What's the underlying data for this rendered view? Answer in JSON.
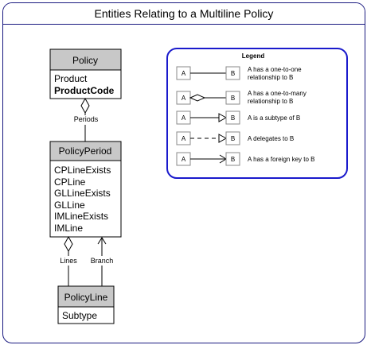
{
  "title": "Entities Relating to a Multiline Policy",
  "entities": {
    "policy": {
      "name": "Policy",
      "attributes": [
        "Product",
        "ProductCode"
      ]
    },
    "policy_period": {
      "name": "PolicyPeriod",
      "attributes": [
        "CPLineExists",
        "CPLine",
        "GLLineExists",
        "GLLine",
        "IMLineExists",
        "IMLine"
      ]
    },
    "policy_line": {
      "name": "PolicyLine",
      "attributes": [
        "Subtype"
      ]
    }
  },
  "relationships": {
    "periods": "Periods",
    "lines": "Lines",
    "branch": "Branch"
  },
  "legend": {
    "title": "Legend",
    "a": "A",
    "b": "B",
    "items": [
      {
        "type": "one-to-one",
        "line1": "A has a one-to-one",
        "line2": "relationship to B"
      },
      {
        "type": "one-to-many",
        "line1": "A has a one-to-many",
        "line2": "relationship to B"
      },
      {
        "type": "subtype",
        "line1": "A is a subtype of  B",
        "line2": ""
      },
      {
        "type": "delegates",
        "line1": "A delegates to B",
        "line2": ""
      },
      {
        "type": "foreign-key",
        "line1": "A has a foreign key to B",
        "line2": ""
      }
    ]
  },
  "colors": {
    "frame": "#1a1a80",
    "legend_border": "#1a1acc",
    "entity_header": "#c8c8c8",
    "entity_border": "#000000"
  }
}
